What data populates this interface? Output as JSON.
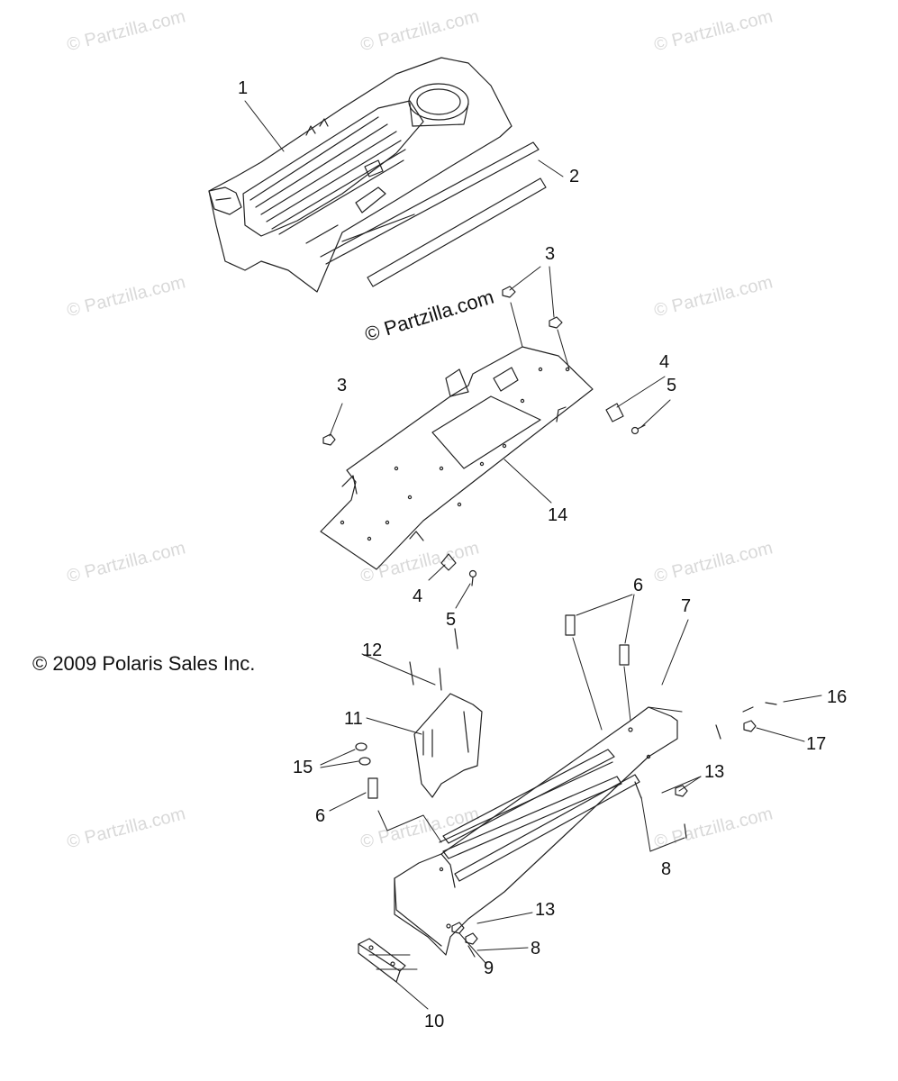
{
  "watermark": "© Partzilla.com",
  "center_watermark": "© Partzilla.com",
  "copyright": "© 2009 Polaris Sales Inc.",
  "callouts": [
    {
      "id": "c1",
      "text": "1"
    },
    {
      "id": "c2",
      "text": "2"
    },
    {
      "id": "c3a",
      "text": "3"
    },
    {
      "id": "c3b",
      "text": "3"
    },
    {
      "id": "c4a",
      "text": "4"
    },
    {
      "id": "c5a",
      "text": "5"
    },
    {
      "id": "c14",
      "text": "14"
    },
    {
      "id": "c4b",
      "text": "4"
    },
    {
      "id": "c5b",
      "text": "5"
    },
    {
      "id": "c6a",
      "text": "6"
    },
    {
      "id": "c7",
      "text": "7"
    },
    {
      "id": "c12",
      "text": "12"
    },
    {
      "id": "c16",
      "text": "16"
    },
    {
      "id": "c11",
      "text": "11"
    },
    {
      "id": "c17",
      "text": "17"
    },
    {
      "id": "c15",
      "text": "15"
    },
    {
      "id": "c13a",
      "text": "13"
    },
    {
      "id": "c6b",
      "text": "6"
    },
    {
      "id": "c8a",
      "text": "8"
    },
    {
      "id": "c13b",
      "text": "13"
    },
    {
      "id": "c8b",
      "text": "8"
    },
    {
      "id": "c9",
      "text": "9"
    },
    {
      "id": "c10",
      "text": "10"
    }
  ]
}
